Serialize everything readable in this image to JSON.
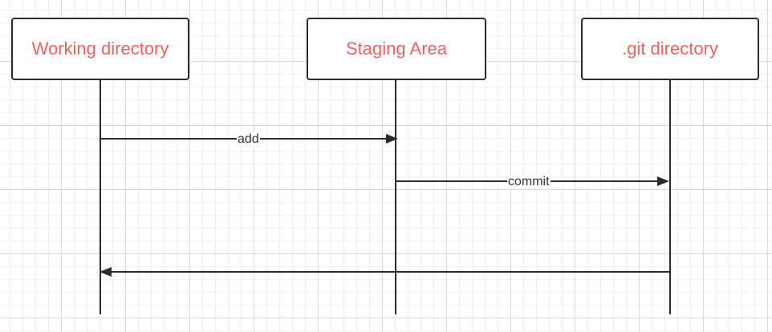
{
  "colors": {
    "participant_text": "#f26060",
    "line": "#2b2b2b",
    "label_text": "#333333"
  },
  "participants": [
    {
      "id": "working",
      "label": "Working directory"
    },
    {
      "id": "staging",
      "label": "Staging Area"
    },
    {
      "id": "git",
      "label": ".git directory"
    }
  ],
  "messages": [
    {
      "from": "working",
      "to": "staging",
      "label": "add"
    },
    {
      "from": "staging",
      "to": "git",
      "label": "commit"
    },
    {
      "from": "git",
      "to": "working",
      "label": ""
    }
  ]
}
